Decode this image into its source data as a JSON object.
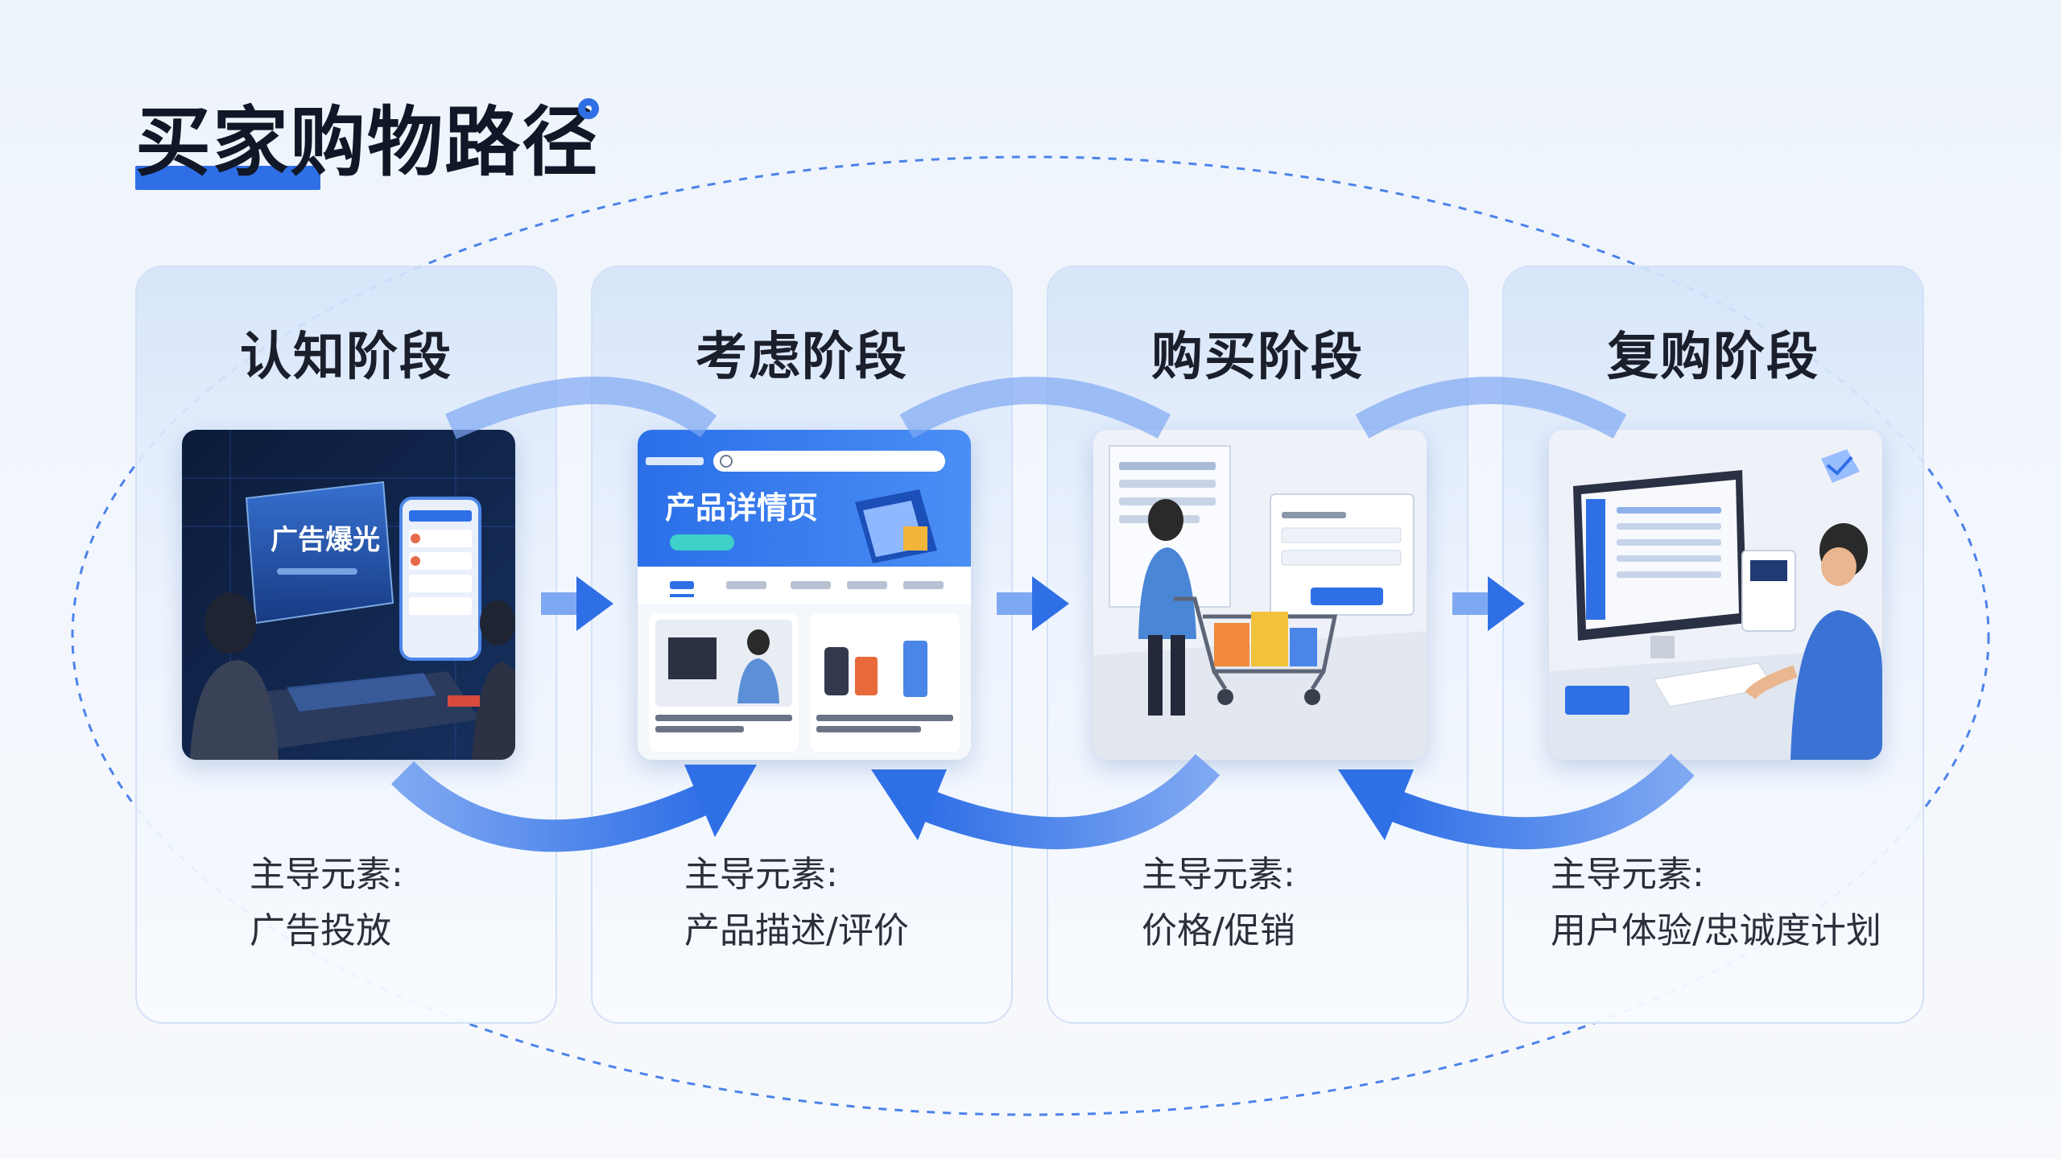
{
  "page": {
    "title": "买家购物路径"
  },
  "colors": {
    "accent": "#2f6fe6",
    "accent_light": "#7fa8f2",
    "text": "#1a1f2b"
  },
  "stages": [
    {
      "title": "认知阶段",
      "element_label": "主导元素:",
      "element_value": "广告投放",
      "image": {
        "caption": "广告爆光"
      }
    },
    {
      "title": "考虑阶段",
      "element_label": "主导元素:",
      "element_value": "产品描述/评价",
      "image": {
        "caption": "产品详情页"
      }
    },
    {
      "title": "购买阶段",
      "element_label": "主导元素:",
      "element_value": "价格/促销",
      "image": {
        "caption": ""
      }
    },
    {
      "title": "复购阶段",
      "element_label": "主导元素:",
      "element_value": "用户体验/忠诚度计划",
      "image": {
        "caption": ""
      }
    }
  ],
  "icons": [
    "arrow-right-icon",
    "cycle-arrow-icon",
    "title-dot-icon"
  ]
}
